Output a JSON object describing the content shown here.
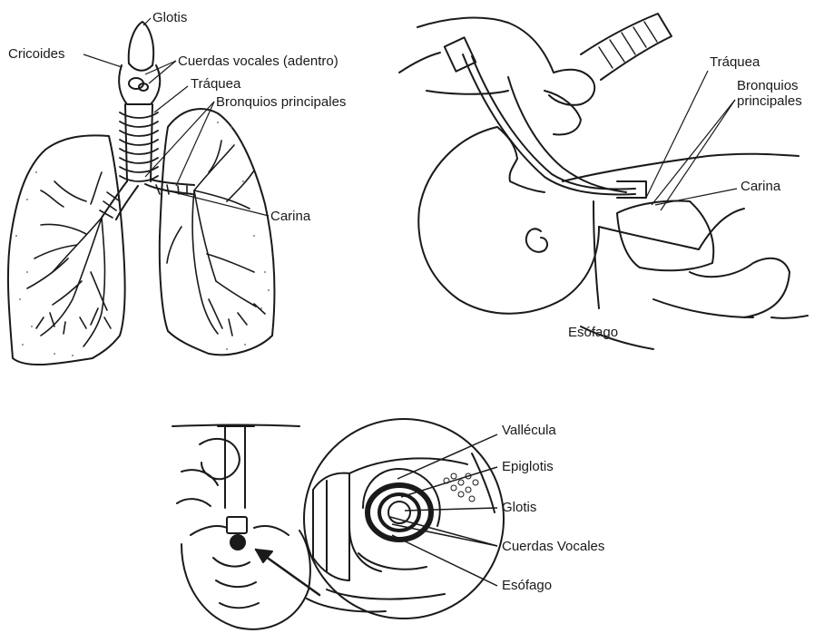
{
  "lungs_panel": {
    "labels": {
      "glottis": "Glotis",
      "cricoid": "Cricoides",
      "vocal_cords": "Cuerdas vocales (adentro)",
      "trachea": "Tráquea",
      "main_bronchi": "Bronquios principales",
      "carina": "Carina"
    }
  },
  "infant_panel": {
    "labels": {
      "trachea": "Tráquea",
      "main_bronchi": "Bronquios principales",
      "carina": "Carina",
      "esophagus": "Esófago"
    }
  },
  "laryngoscope_panel": {
    "labels": {
      "vallecula": "Vallécula",
      "epiglottis": "Epiglotis",
      "glottis": "Glotis",
      "vocal_cords": "Cuerdas Vocales",
      "esophagus": "Esófago"
    }
  },
  "colors": {
    "ink": "#1a1a1a",
    "background": "#ffffff"
  }
}
